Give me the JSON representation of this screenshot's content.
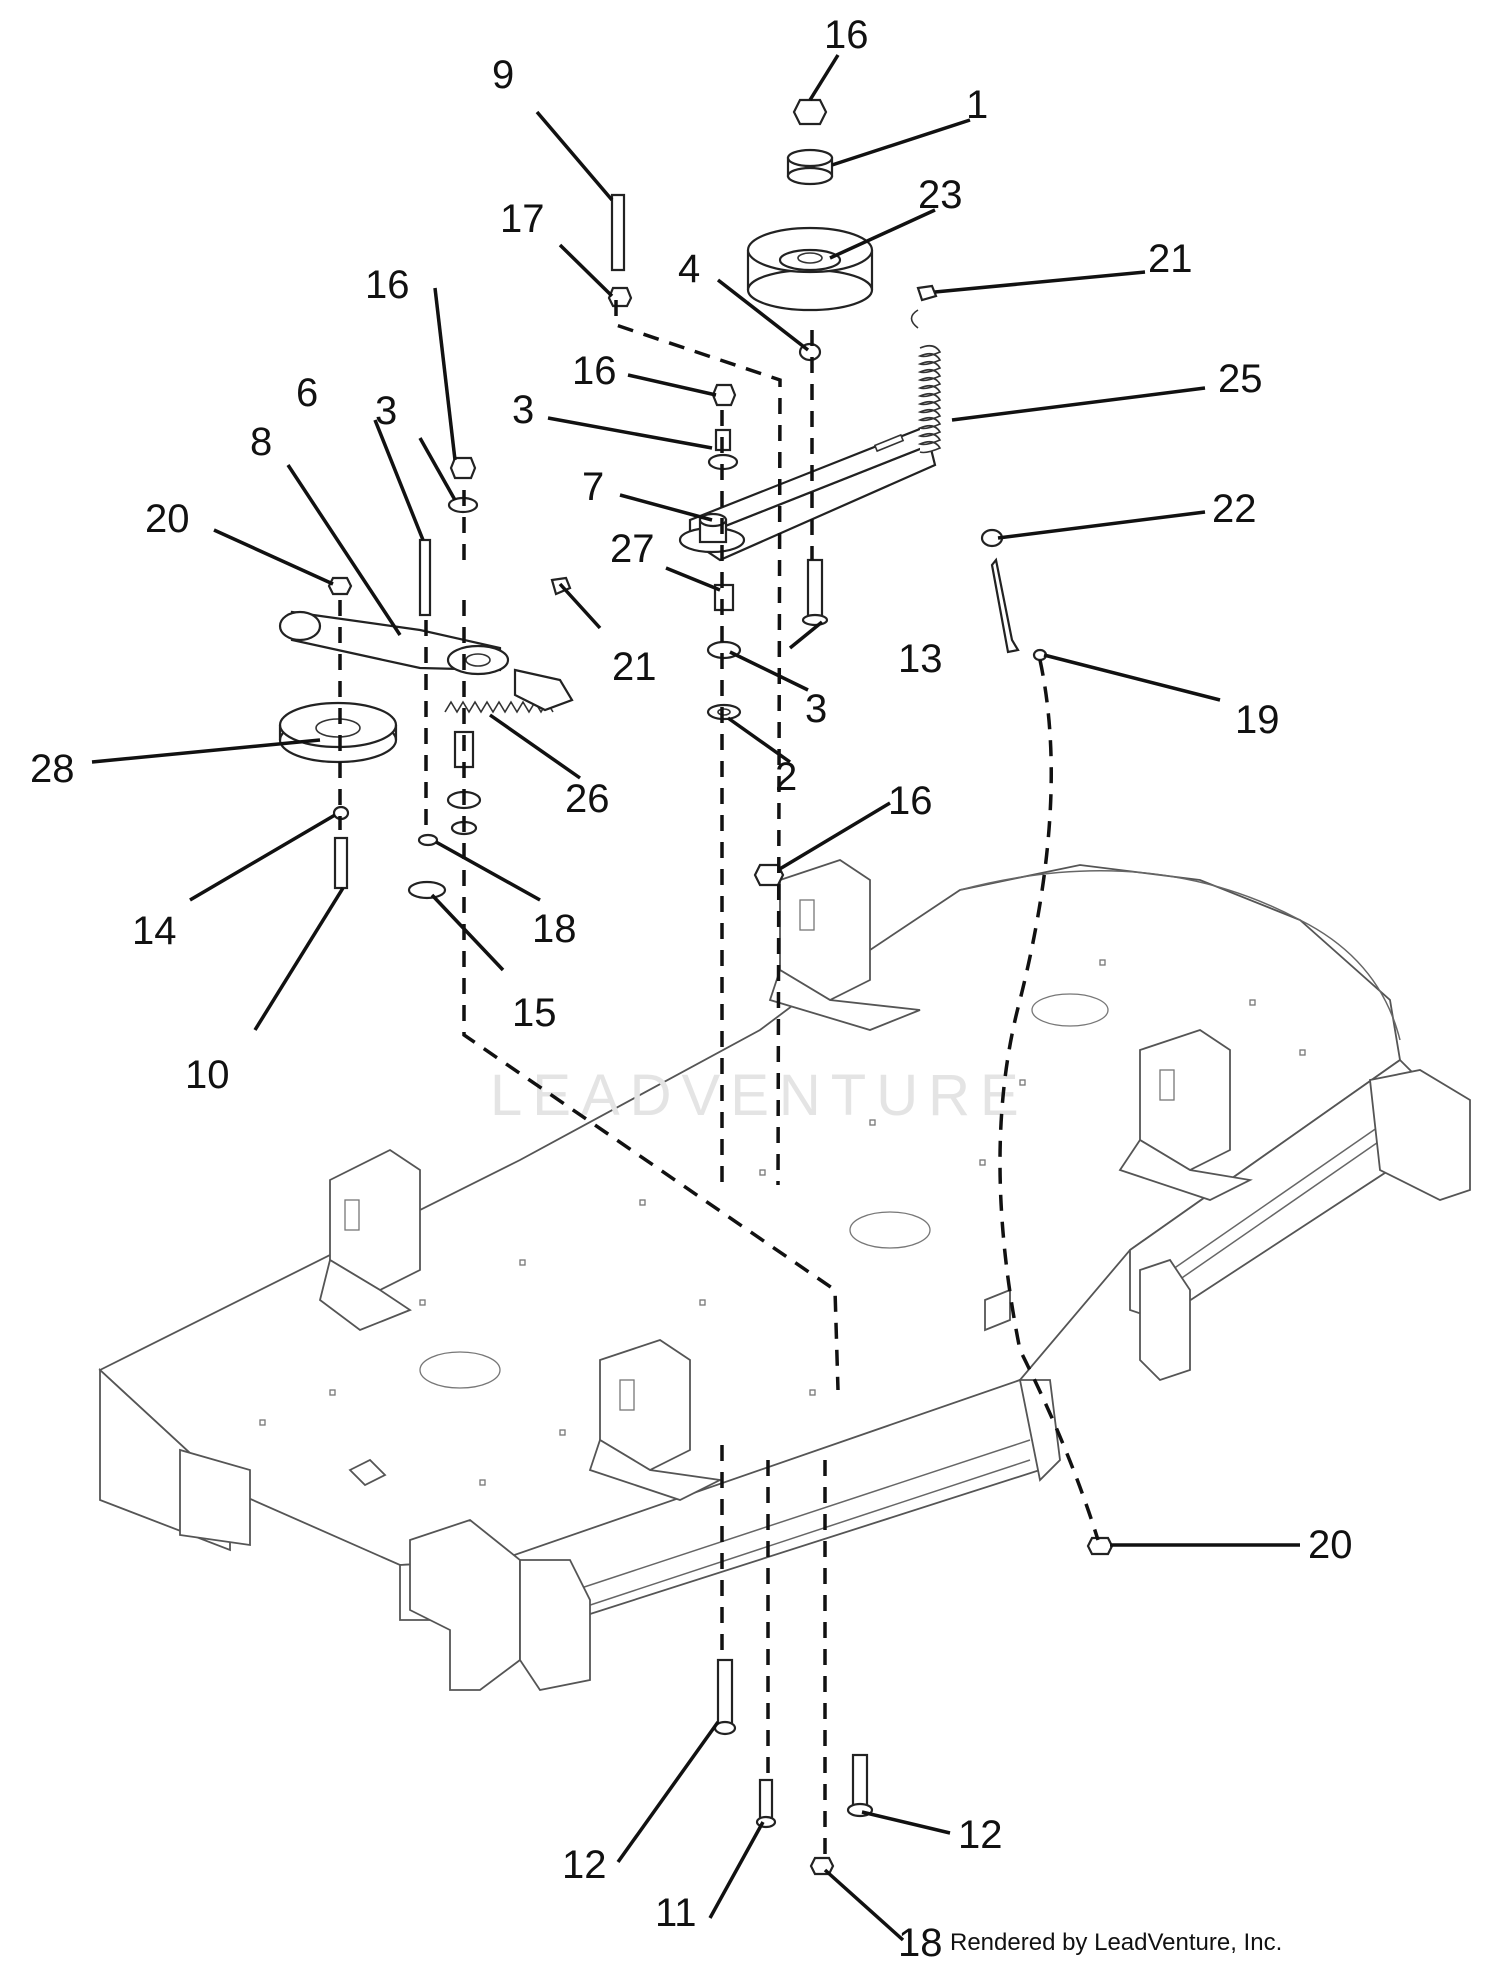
{
  "callouts": [
    {
      "id": "c16a",
      "label": "16"
    },
    {
      "id": "c1",
      "label": "1"
    },
    {
      "id": "c23",
      "label": "23"
    },
    {
      "id": "c9",
      "label": "9"
    },
    {
      "id": "c17",
      "label": "17"
    },
    {
      "id": "c4",
      "label": "4"
    },
    {
      "id": "c21a",
      "label": "21"
    },
    {
      "id": "c16b",
      "label": "16"
    },
    {
      "id": "c16c",
      "label": "16"
    },
    {
      "id": "c25",
      "label": "25"
    },
    {
      "id": "c6",
      "label": "6"
    },
    {
      "id": "c3a",
      "label": "3"
    },
    {
      "id": "c3b",
      "label": "3"
    },
    {
      "id": "c8",
      "label": "8"
    },
    {
      "id": "c7",
      "label": "7"
    },
    {
      "id": "c20a",
      "label": "20"
    },
    {
      "id": "c27",
      "label": "27"
    },
    {
      "id": "c22",
      "label": "22"
    },
    {
      "id": "c21b",
      "label": "21"
    },
    {
      "id": "c13",
      "label": "13"
    },
    {
      "id": "c3c",
      "label": "3"
    },
    {
      "id": "c19",
      "label": "19"
    },
    {
      "id": "c28",
      "label": "28"
    },
    {
      "id": "c26",
      "label": "26"
    },
    {
      "id": "c2",
      "label": "2"
    },
    {
      "id": "c16d",
      "label": "16"
    },
    {
      "id": "c14",
      "label": "14"
    },
    {
      "id": "c18a",
      "label": "18"
    },
    {
      "id": "c15",
      "label": "15"
    },
    {
      "id": "c10",
      "label": "10"
    },
    {
      "id": "c20b",
      "label": "20"
    },
    {
      "id": "c12a",
      "label": "12"
    },
    {
      "id": "c12b",
      "label": "12"
    },
    {
      "id": "c11",
      "label": "11"
    },
    {
      "id": "c18b",
      "label": "18"
    }
  ],
  "watermark": "LEADVENTURE",
  "footer": "Rendered by LeadVenture, Inc."
}
